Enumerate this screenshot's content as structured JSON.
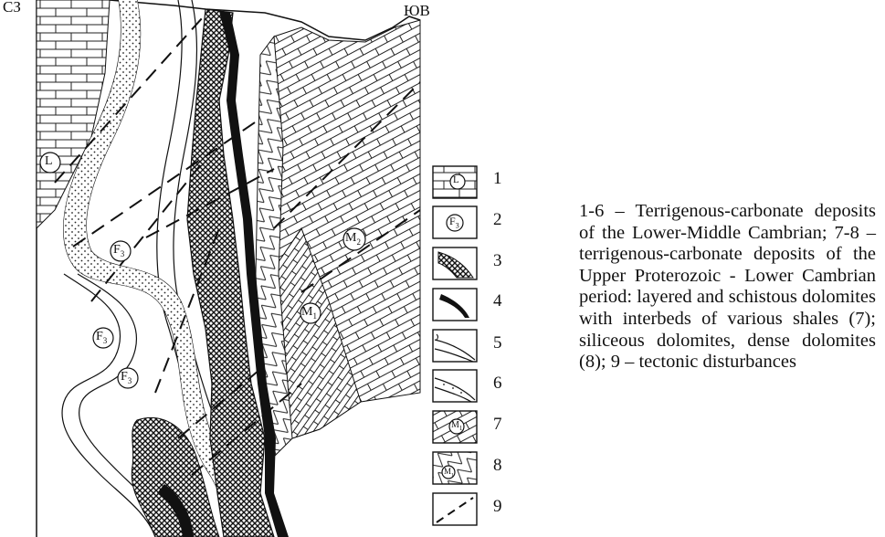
{
  "directions": {
    "northwest": "СЗ",
    "southeast": "ЮВ"
  },
  "map_symbols": {
    "L": "L",
    "F3": "F",
    "F3_sub": "3",
    "M1": "M",
    "M1_sub": "1",
    "M2": "M",
    "M2_sub": "2"
  },
  "legend": {
    "items": [
      {
        "number": "1",
        "pattern": "limestone-blocks-L"
      },
      {
        "number": "2",
        "pattern": "circle-F3"
      },
      {
        "number": "3",
        "pattern": "crosshatch"
      },
      {
        "number": "4",
        "pattern": "black-band"
      },
      {
        "number": "5",
        "pattern": "wavy-band"
      },
      {
        "number": "6",
        "pattern": "dotted-band"
      },
      {
        "number": "7",
        "pattern": "dolomite-blocks-M1"
      },
      {
        "number": "8",
        "pattern": "triangles-M1"
      },
      {
        "number": "9",
        "pattern": "dashed-line"
      }
    ]
  },
  "caption": "1-6 – Terrigenous-carbonate deposits of the Lower-Middle Cambrian; 7-8 – terrigenous-carbonate deposits of the Upper Proterozoic - Lower Cambrian period: layered and schistous dolomites with interbeds of various shales (7); siliceous dolomites, dense dolomites (8); 9 – tectonic disturbances",
  "colors": {
    "ink": "#111111",
    "background": "#ffffff"
  }
}
